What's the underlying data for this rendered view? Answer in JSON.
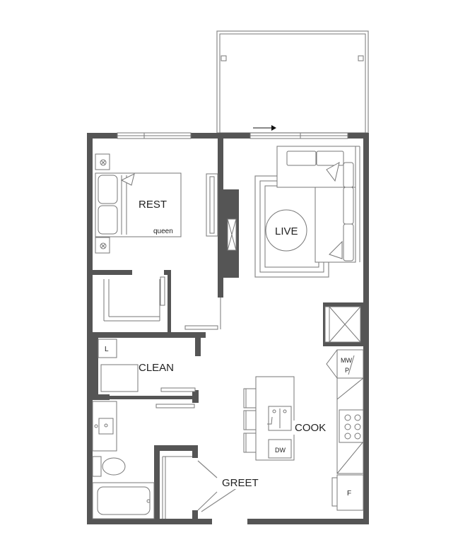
{
  "rooms": {
    "rest": "REST",
    "live": "LIVE",
    "clean": "CLEAN",
    "cook": "COOK",
    "greet": "GREET"
  },
  "bed_size": "queen",
  "appliances": {
    "laundry": "L",
    "microwave_pantry_top": "MW",
    "microwave_pantry_bottom": "P",
    "dishwasher": "DW",
    "fridge": "F"
  },
  "colors": {
    "wall": "#555555",
    "line": "#777777",
    "background": "#ffffff"
  }
}
